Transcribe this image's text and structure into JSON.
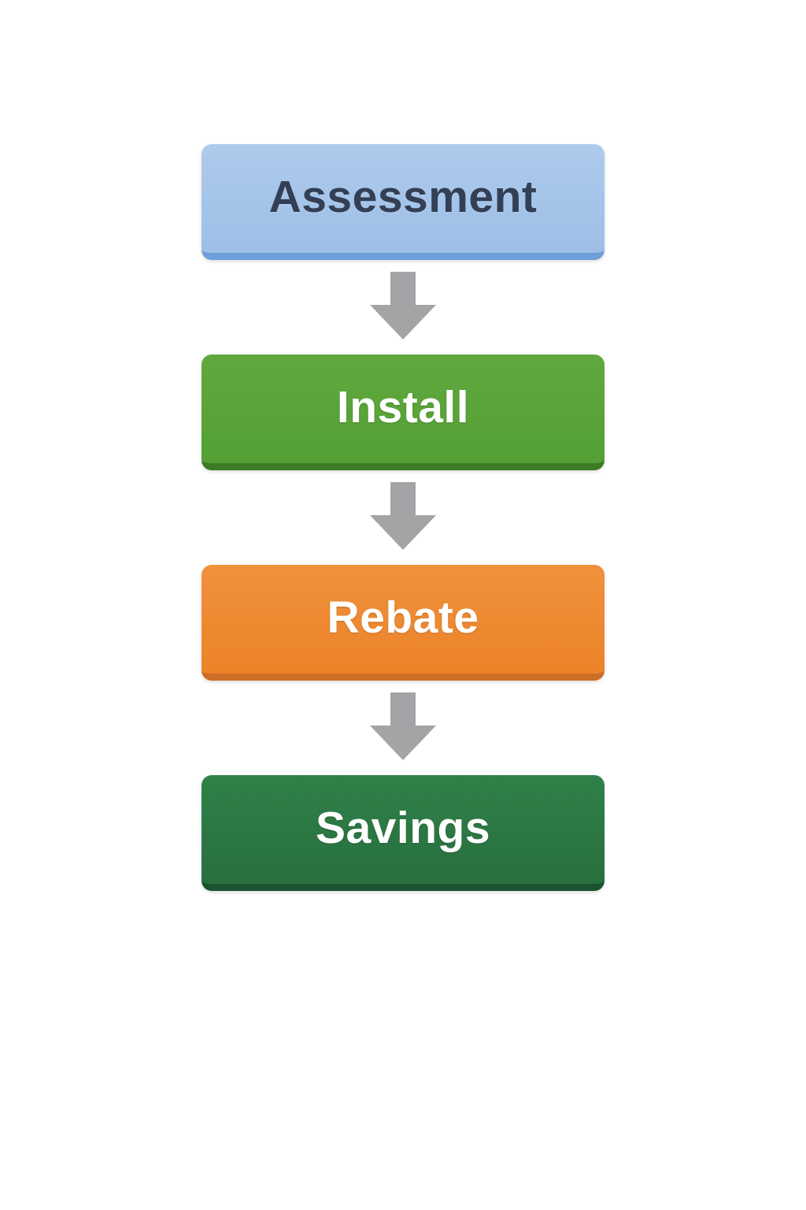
{
  "page": {
    "background_color": "#ffffff"
  },
  "flowchart": {
    "type": "vertical-process-flow",
    "steps": [
      {
        "label": "Assessment",
        "fill_top": "#aecbed",
        "fill_bottom": "#9dbee6",
        "edge": "#6d9ed9",
        "text_color": "#333f55"
      },
      {
        "label": "Install",
        "fill_top": "#60a83e",
        "fill_bottom": "#54a034",
        "edge": "#3c7a24",
        "text_color": "#ffffff"
      },
      {
        "label": "Rebate",
        "fill_top": "#f0913c",
        "fill_bottom": "#ec8329",
        "edge": "#cd6e26",
        "text_color": "#ffffff"
      },
      {
        "label": "Savings",
        "fill_top": "#2f8049",
        "fill_bottom": "#28703f",
        "edge": "#1b5330",
        "text_color": "#ffffff"
      }
    ],
    "connector": {
      "type": "down-arrow",
      "color": "#a4a4a7"
    }
  }
}
